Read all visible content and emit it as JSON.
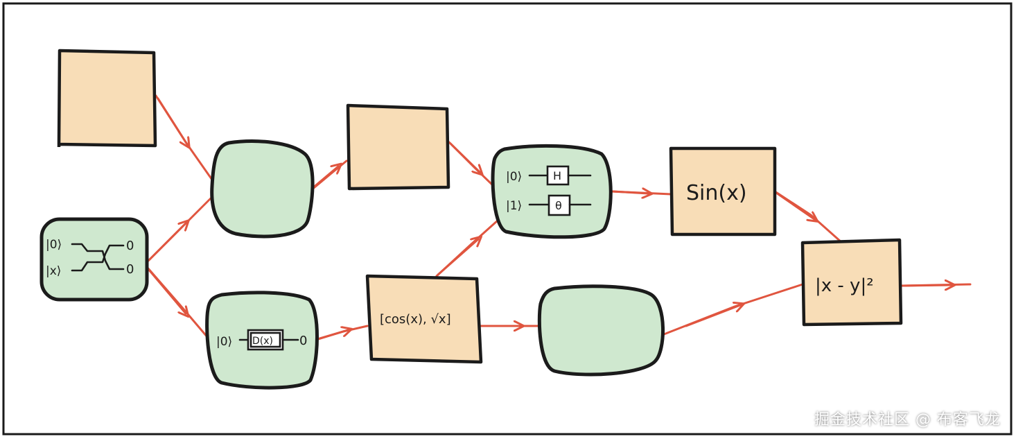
{
  "diagram": {
    "node_labels": {
      "circuit_two_qubit": {
        "q0": "|0⟩",
        "q1": "|x⟩",
        "out0": "0",
        "out1": "0"
      },
      "circuit_encode": {
        "q0": "|0⟩",
        "gate": "D(x)",
        "out": "0"
      },
      "feature_map": "[cos(x), √x]",
      "circuit_rotation": {
        "q0": "|0⟩",
        "q1": "|1⟩",
        "gate_h": "H",
        "gate_theta": "θ"
      },
      "sin_node": "Sin(x)",
      "loss_node": "|x - y|²"
    },
    "colors": {
      "orange_fill": "#f8ddb7",
      "green_fill": "#cfe8cf",
      "edge_red": "#e0553f",
      "ink": "#1b1b1b"
    }
  },
  "watermark": "掘金技术社区 @ 布客飞龙"
}
